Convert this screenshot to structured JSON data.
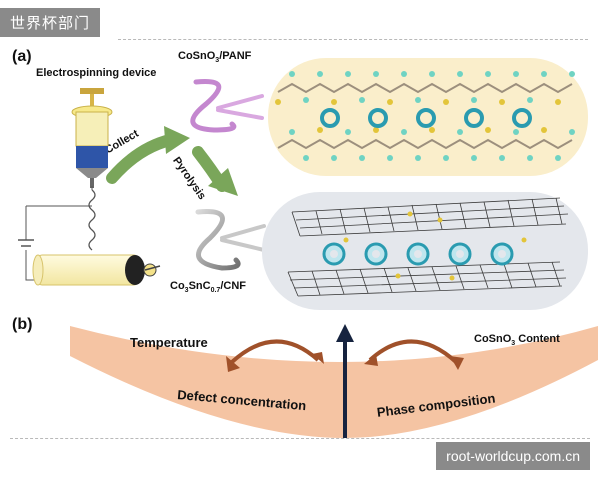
{
  "watermark_top": "世界杯部门",
  "watermark_bottom": "root-worldcup.com.cn",
  "panel_a": {
    "label": "(a)",
    "device": "Electrospinning device",
    "collect": "Collect",
    "pyrolysis": "Pyrolysis",
    "top_material": "CoSnO",
    "top_material_sub": "3",
    "top_material_tail": "/PANF",
    "bottom_material": "Co",
    "bottom_material_sub1": "3",
    "bottom_material_mid": "SnC",
    "bottom_material_sub2": "0.7",
    "bottom_material_tail": "/CNF"
  },
  "panel_b": {
    "label": "(b)",
    "temperature": "Temperature",
    "content_main": "CoSnO",
    "content_sub": "3",
    "content_tail": " Content",
    "defect": "Defect concentration",
    "phase": "Phase composition"
  },
  "colors": {
    "purple_fiber": "#c487cf",
    "gray_fiber": "#9a9a9a",
    "green_arrow": "#7aa65a",
    "brown_arrow": "#a0512a",
    "salmon_band": "#f5c4a3",
    "navy_arrow": "#16233f",
    "panf_bg": "#faeecb",
    "cnf_bg": "#e4e7ec"
  }
}
